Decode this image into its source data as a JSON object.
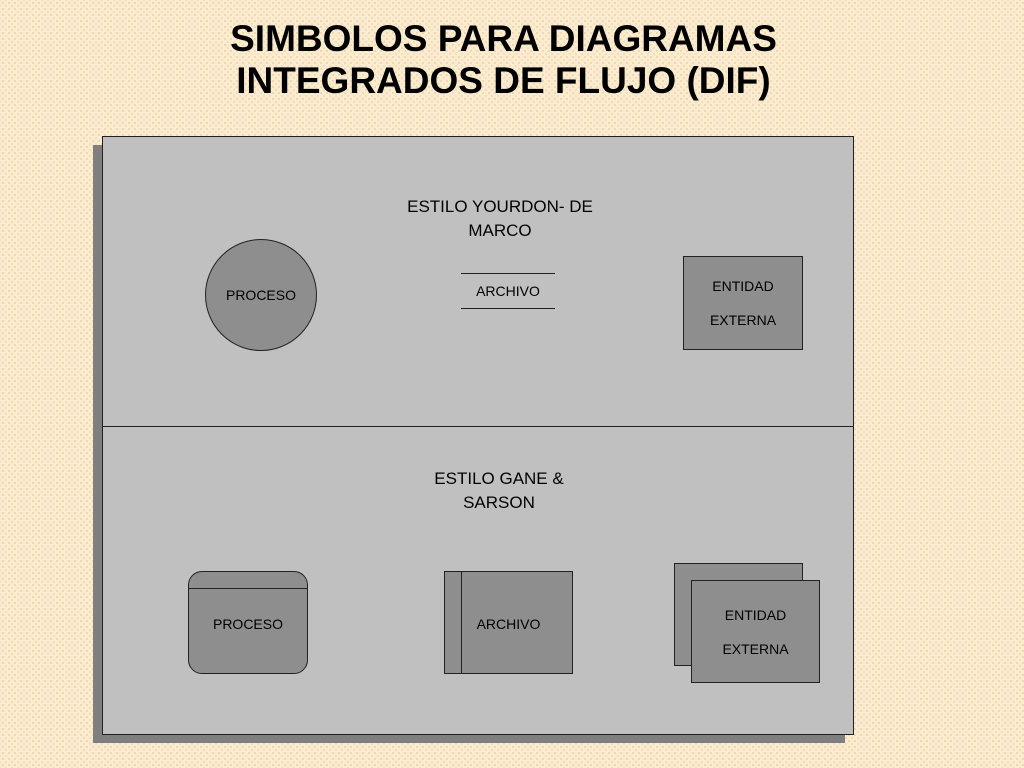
{
  "title": {
    "line1": "SIMBOLOS PARA DIAGRAMAS",
    "line2": "INTEGRADOS DE FLUJO (DIF)"
  },
  "yourdon_section": {
    "heading_line1": "ESTILO YOURDON- DE",
    "heading_line2": "MARCO",
    "process_label": "PROCESO",
    "store_label": "ARCHIVO",
    "entity_line1": "ENTIDAD",
    "entity_line2": "EXTERNA"
  },
  "gane_sarson_section": {
    "heading_line1": "ESTILO GANE &",
    "heading_line2": "SARSON",
    "process_label": "PROCESO",
    "store_label": "ARCHIVO",
    "entity_line1": "ENTIDAD",
    "entity_line2": "EXTERNA"
  }
}
